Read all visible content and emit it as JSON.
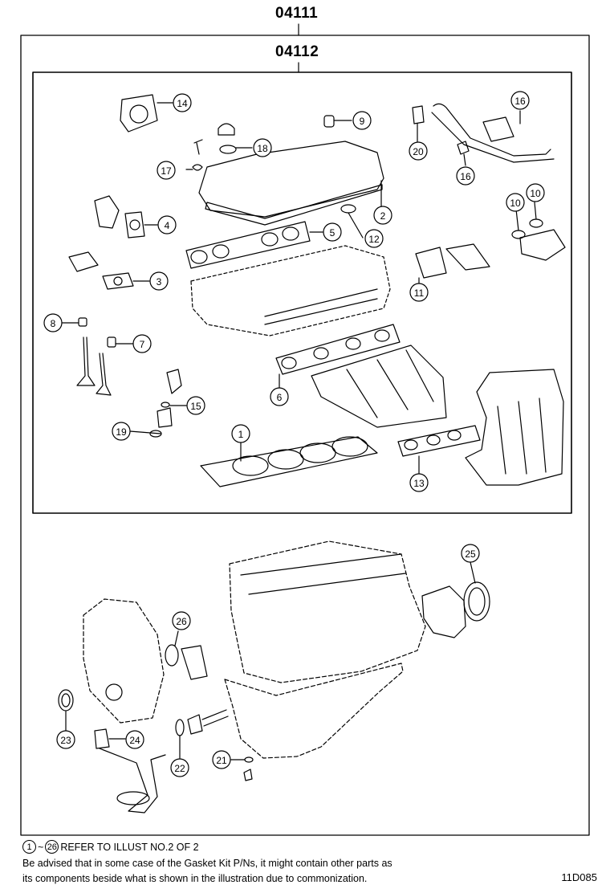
{
  "kits": {
    "outer": "04111",
    "inner": "04112"
  },
  "callouts": {
    "p1": "1",
    "p2": "2",
    "p3": "3",
    "p4": "4",
    "p5": "5",
    "p6": "6",
    "p7": "7",
    "p8": "8",
    "p9": "9",
    "p10a": "10",
    "p10b": "10",
    "p11": "11",
    "p12": "12",
    "p13": "13",
    "p14": "14",
    "p15": "15",
    "p16a": "16",
    "p16b": "16",
    "p17": "17",
    "p18": "18",
    "p19": "19",
    "p20": "20",
    "p21": "21",
    "p22": "22",
    "p23": "23",
    "p24": "24",
    "p25": "25",
    "p26": "26"
  },
  "footer": {
    "ref_start": "1",
    "ref_tilde": "~",
    "ref_end": "26",
    "ref_text": "REFER TO ILLUST NO.2 OF 2",
    "note_line1": "Be advised that in some case of the Gasket Kit P/Ns,  it might contain other parts as",
    "note_line2": "its components beside what is shown in the illustration due to commonization.",
    "drawing_code": "11D085"
  }
}
